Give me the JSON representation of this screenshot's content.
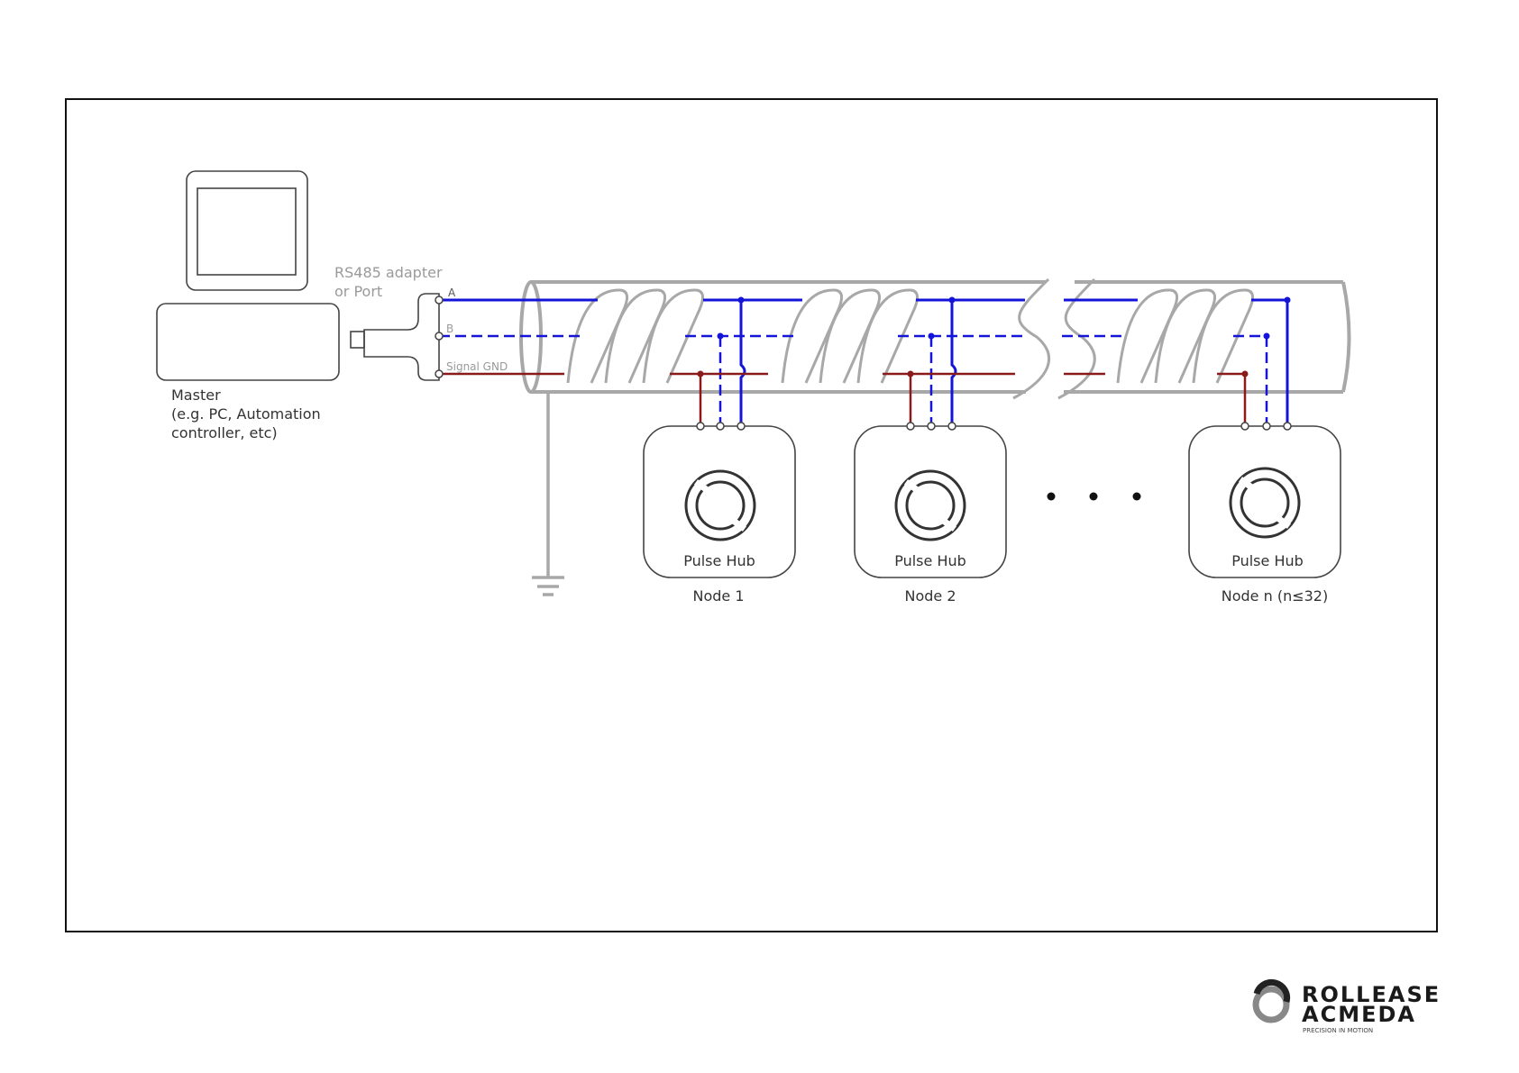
{
  "master": {
    "title": "Master",
    "desc_line1": "(e.g. PC, Automation",
    "desc_line2": "controller, etc)"
  },
  "adapter": {
    "line1": "RS485 adapter",
    "line2": "or Port",
    "pin_a": "A",
    "pin_b": "B",
    "pin_gnd": "Signal GND"
  },
  "nodes": [
    {
      "device": "Pulse Hub",
      "label": "Node 1"
    },
    {
      "device": "Pulse Hub",
      "label": "Node 2"
    },
    {
      "device": "Pulse Hub",
      "label": "Node n (n≤32)"
    }
  ],
  "brand": {
    "line1": "ROLLEASE",
    "line2": "ACMEDA",
    "tagline": "PRECISION IN MOTION"
  },
  "colors": {
    "line_a": "#1414d8",
    "line_b": "#1414d8",
    "line_gnd": "#8b1a1a",
    "cable": "#a8a8a8",
    "outline": "#3a3a3a",
    "muted_text": "#9a9a9a"
  }
}
